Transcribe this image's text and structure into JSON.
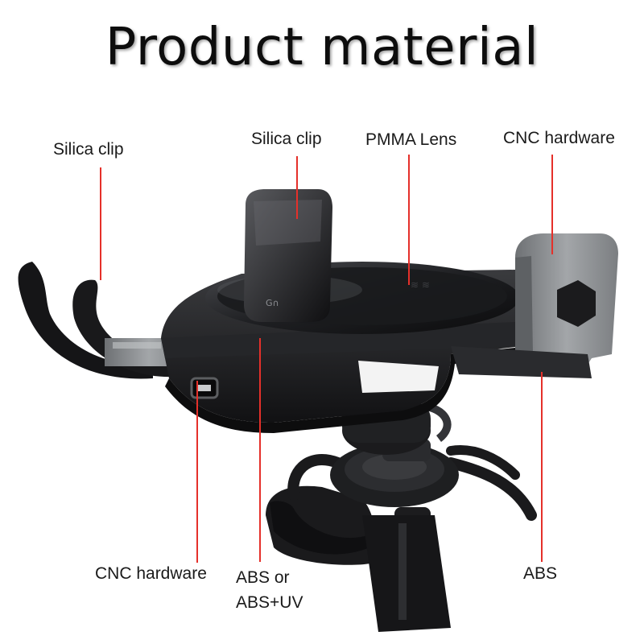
{
  "title": "Product material",
  "labels": {
    "silica_clip_left": "Silica clip",
    "silica_clip_top": "Silica clip",
    "pmma_lens": "PMMA Lens",
    "cnc_hardware_top": "CNC hardware",
    "cnc_hardware_bottom": "CNC hardware",
    "abs_or_uv": "ABS or ABS+UV",
    "abs": "ABS"
  },
  "colors": {
    "leader_line": "#e5302a",
    "body": "#1c1c1e",
    "arm_metal": "#8a8d90"
  }
}
